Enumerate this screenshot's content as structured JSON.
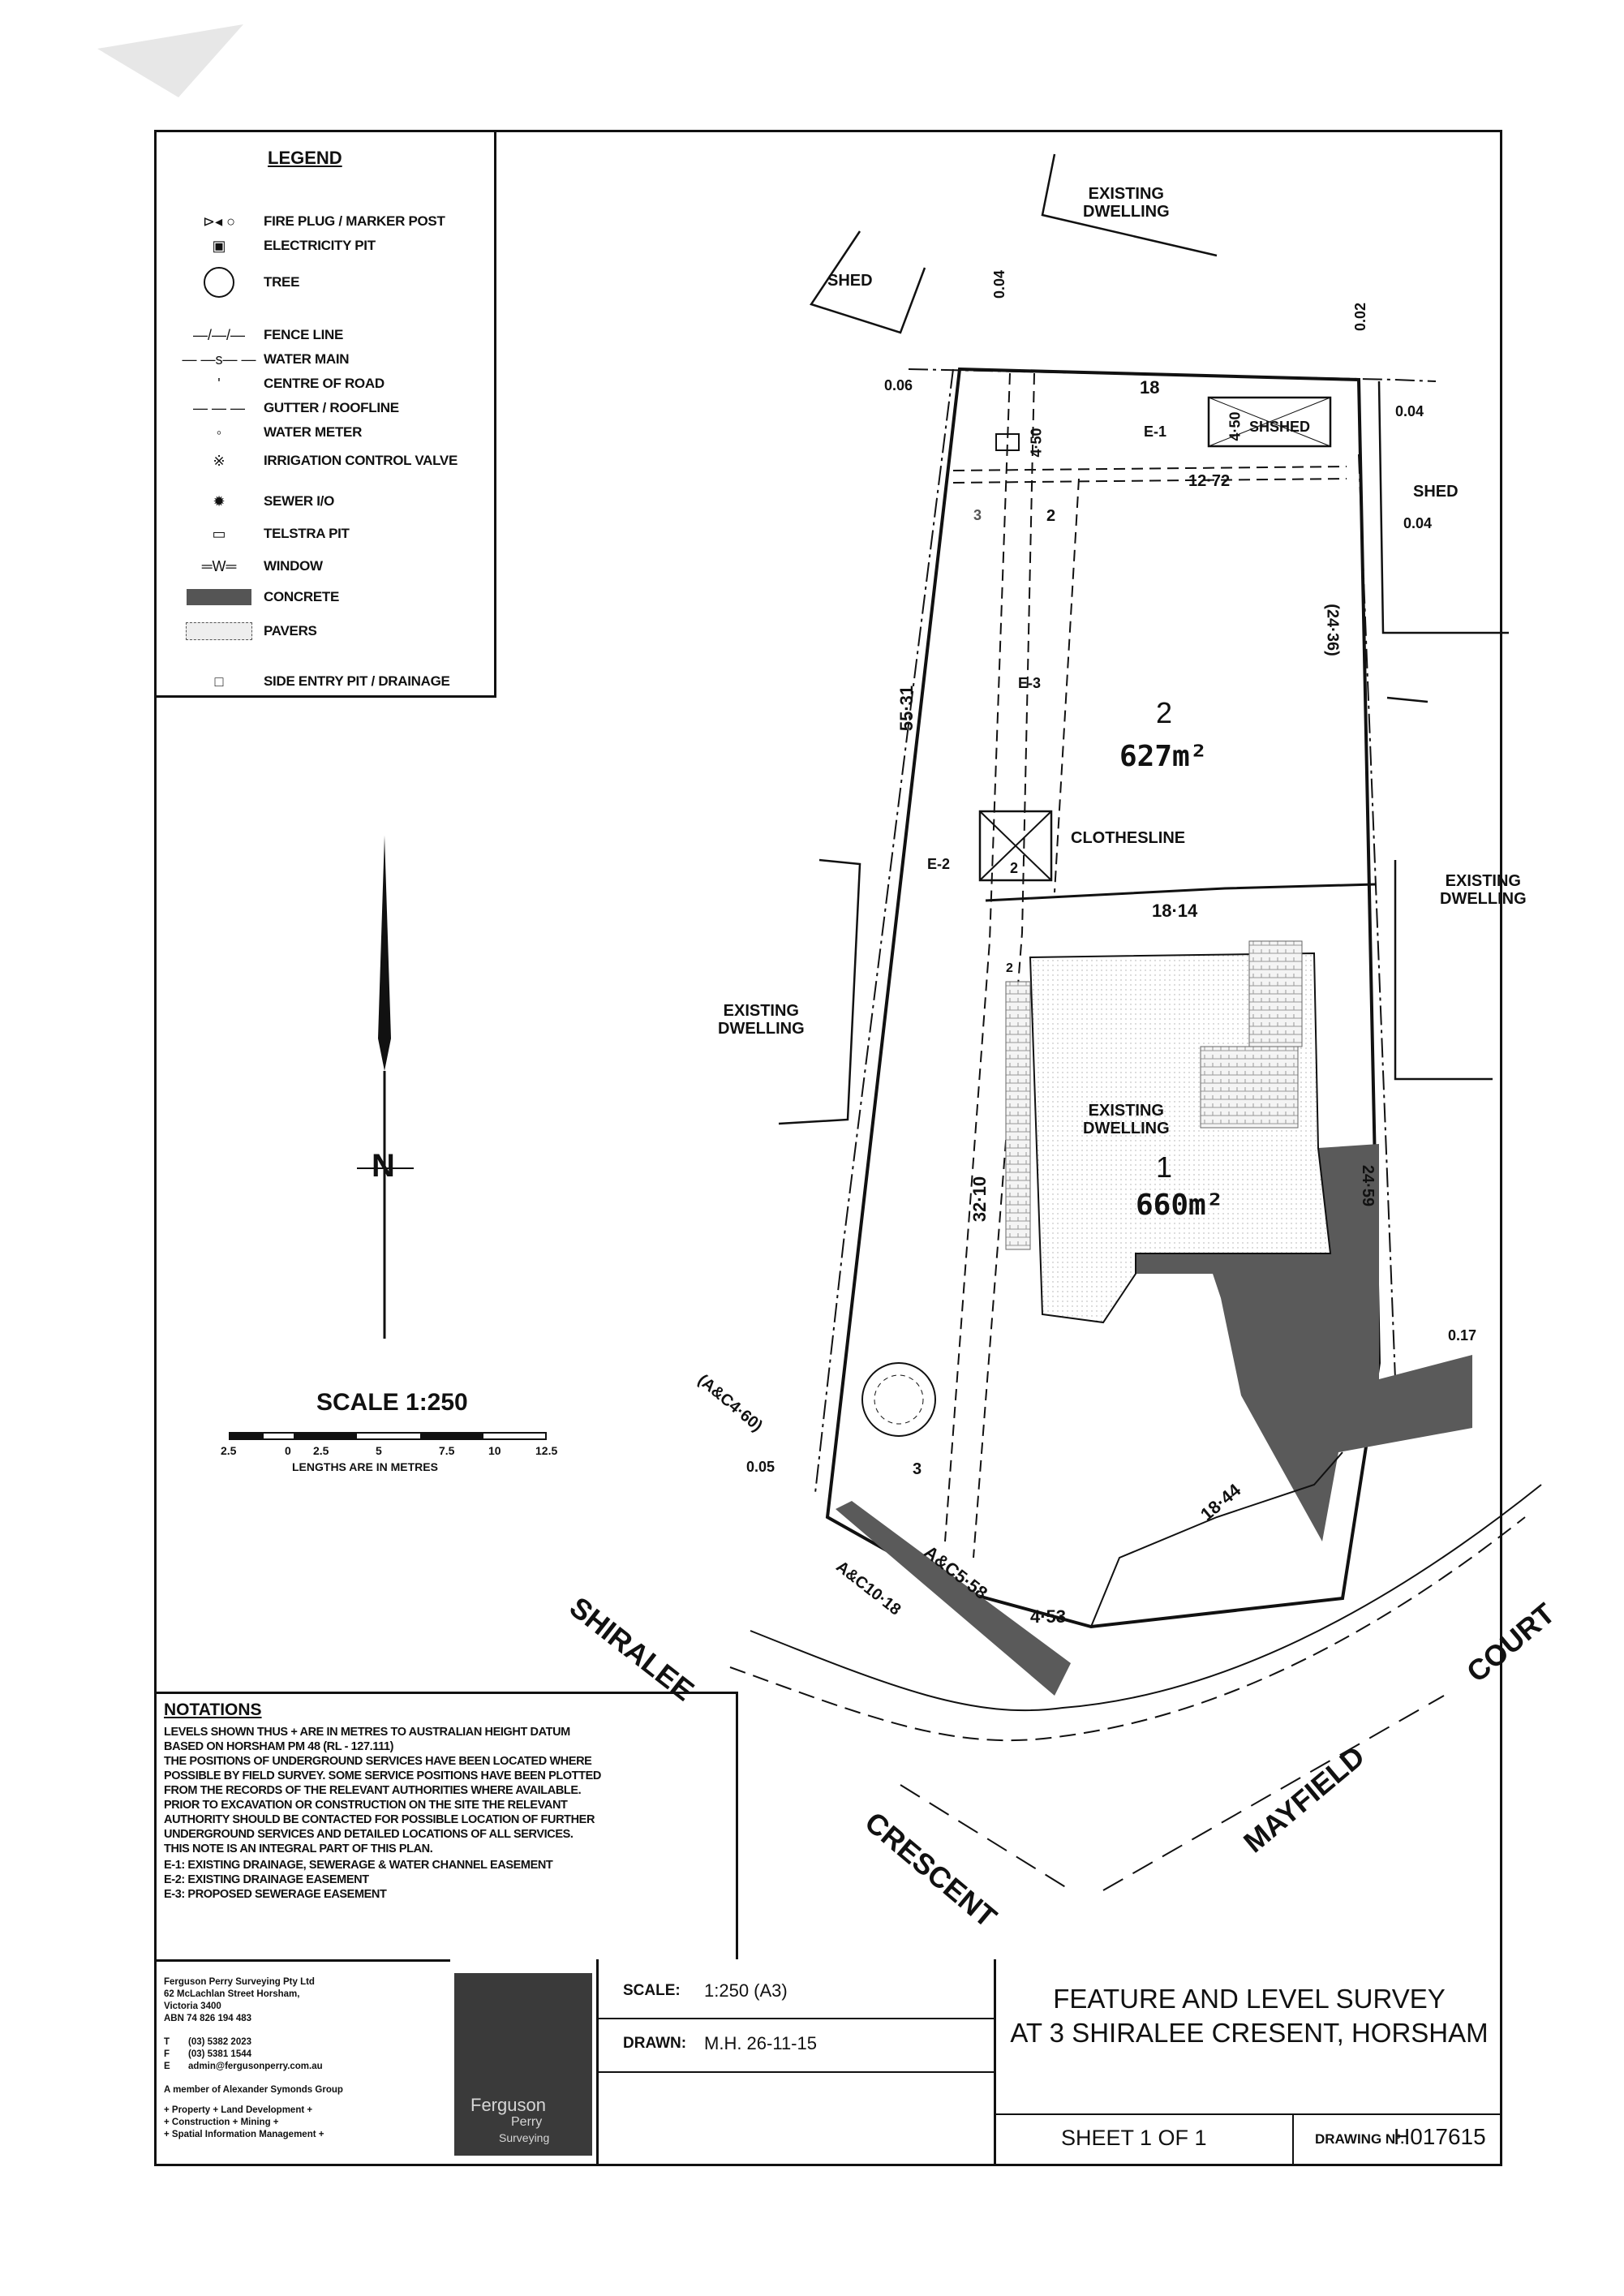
{
  "legend": {
    "title": "LEGEND",
    "items": [
      {
        "icon": "fire-plug-marker-icon",
        "label": "FIRE PLUG / MARKER POST"
      },
      {
        "icon": "electricity-pit-icon",
        "label": "ELECTRICITY PIT"
      },
      {
        "icon": "tree-icon",
        "label": "TREE"
      },
      {
        "icon": "fence-line-icon",
        "label": "FENCE LINE"
      },
      {
        "icon": "water-main-icon",
        "label": "WATER MAIN"
      },
      {
        "icon": "centre-of-road-icon",
        "label": "CENTRE OF ROAD"
      },
      {
        "icon": "gutter-roofline-icon",
        "label": "GUTTER / ROOFLINE"
      },
      {
        "icon": "water-meter-icon",
        "label": "WATER METER"
      },
      {
        "icon": "irrigation-valve-icon",
        "label": "IRRIGATION CONTROL VALVE"
      },
      {
        "icon": "sewer-io-icon",
        "label": "SEWER I/O"
      },
      {
        "icon": "telstra-pit-icon",
        "label": "TELSTRA PIT"
      },
      {
        "icon": "window-icon",
        "label": "WINDOW"
      },
      {
        "icon": "concrete-icon",
        "label": "CONCRETE"
      },
      {
        "icon": "pavers-icon",
        "label": "PAVERS"
      },
      {
        "icon": "side-entry-pit-icon",
        "label": "SIDE ENTRY PIT / DRAINAGE"
      }
    ]
  },
  "scale_bar": {
    "title": "SCALE 1:250",
    "ticks": [
      "2.5",
      "0",
      "2.5",
      "5",
      "7.5",
      "10",
      "12.5"
    ],
    "caption": "LENGTHS ARE IN METRES"
  },
  "north": {
    "label": "N"
  },
  "notations": {
    "title": "NOTATIONS",
    "lines": [
      "LEVELS SHOWN THUS + ARE IN METRES TO AUSTRALIAN HEIGHT DATUM",
      "BASED ON HORSHAM PM 48 (RL - 127.111)",
      "THE POSITIONS OF UNDERGROUND SERVICES HAVE BEEN LOCATED WHERE",
      "POSSIBLE BY FIELD SURVEY. SOME SERVICE POSITIONS HAVE BEEN PLOTTED",
      "FROM THE RECORDS OF THE RELEVANT AUTHORITIES WHERE AVAILABLE.",
      "PRIOR TO EXCAVATION OR CONSTRUCTION ON THE SITE THE RELEVANT",
      "AUTHORITY SHOULD BE CONTACTED FOR POSSIBLE LOCATION OF FURTHER",
      "UNDERGROUND SERVICES AND DETAILED LOCATIONS OF ALL SERVICES.",
      "THIS NOTE IS AN INTEGRAL PART OF THIS PLAN.",
      "E-1: EXISTING DRAINAGE, SEWERAGE & WATER CHANNEL EASEMENT",
      "E-2: EXISTING DRAINAGE EASEMENT",
      "E-3: PROPOSED SEWERAGE EASEMENT"
    ]
  },
  "company": {
    "lines": [
      "Ferguson Perry Surveying Pty Ltd",
      "62 McLachlan Street Horsham,",
      "Victoria 3400",
      "ABN 74 826 194 483"
    ],
    "contacts": [
      {
        "k": "T",
        "v": "(03) 5382 2023"
      },
      {
        "k": "F",
        "v": "(03) 5381 1544"
      },
      {
        "k": "E",
        "v": "admin@fergusonperry.com.au"
      }
    ],
    "member": "A member of Alexander Symonds Group",
    "services": [
      "+ Property + Land Development +",
      "+ Construction + Mining +",
      "+ Spatial Information Management +"
    ],
    "logo_text": [
      "Ferguson",
      "Perry",
      "Surveying"
    ]
  },
  "title_block": {
    "scale_label": "SCALE:",
    "scale_value": "1:250 (A3)",
    "drawn_label": "DRAWN:",
    "drawn_value": "M.H. 26-11-15",
    "title_line1": "FEATURE AND LEVEL SURVEY",
    "title_line2": "AT 3 SHIRALEE CRESENT, HORSHAM",
    "sheet": "SHEET 1 OF 1",
    "drawing_label": "DRAWING Nº.",
    "drawing_no": "H017615"
  },
  "plan": {
    "existing_dwelling_top": [
      "EXISTING",
      "DWELLING"
    ],
    "shed_left": "SHED",
    "shed_right": "SHED",
    "shed_in_lot": "SHSHED",
    "existing_dwelling_left": [
      "EXISTING",
      "DWELLING"
    ],
    "existing_dwelling_right": [
      "EXISTING",
      "DWELLING"
    ],
    "existing_dwelling_lot1": [
      "EXISTING",
      "DWELLING"
    ],
    "clothesline": "CLOTHESLINE",
    "lot2": {
      "number": "2",
      "area": "627m²"
    },
    "lot1": {
      "number": "1",
      "area": "660m²"
    },
    "street_shiralee": "SHIRALEE",
    "street_crescent": "CRESCENT",
    "street_mayfield": "MAYFIELD",
    "street_court": "COURT",
    "dims": {
      "d0_04_top": "0.04",
      "d0_02_top": "0.02",
      "d0_06": "0.06",
      "d0_04_r": "0.04",
      "d0_04_r2": "0.04",
      "d18": "18",
      "d4_50a": "4·50",
      "d4_50b": "4·50",
      "e1": "E-1",
      "d12_72": "12·72",
      "d24_36": "(24·36)",
      "d55_31": "55·31",
      "e3": "E-3",
      "e2": "E-2",
      "d18_14": "18·14",
      "d32_10": "32·10",
      "d24_59": "24·59",
      "d0_17": "0.17",
      "ac4_60": "(A&C4·60)",
      "d0_05": "0.05",
      "d3": "3",
      "d18_44": "18·44",
      "ac5_58": "A&C5·58",
      "ac10_18": "A&C10·18",
      "d4_53": "4·53",
      "d2a": "2",
      "d2b": "2",
      "d2c": "2",
      "d3b": "3"
    }
  }
}
